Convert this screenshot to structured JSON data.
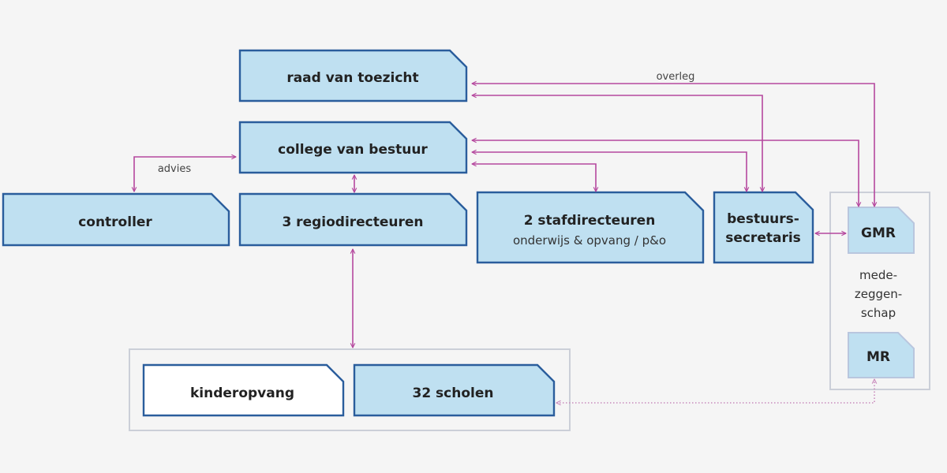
{
  "boxes": {
    "raad": "raad van toezicht",
    "college": "college van bestuur",
    "controller": "controller",
    "regio": "3 regiodirecteuren",
    "staf_title": "2 stafdirecteuren",
    "staf_sub": "onderwijs & opvang / p&o",
    "secretaris_line1": "bestuurs-",
    "secretaris_line2": "secretaris",
    "gmr": "GMR",
    "mr": "MR",
    "kinderopvang": "kinderopvang",
    "scholen": "32 scholen"
  },
  "labels": {
    "overleg": "overleg",
    "advies": "advies",
    "medezeggenschap_1": "mede-",
    "medezeggenschap_2": "zeggen-",
    "medezeggenschap_3": "schap"
  },
  "colors": {
    "box_fill": "#bfe0f1",
    "box_border": "#2a5d9c",
    "connector": "#b5489e",
    "frame": "#cbcfd8"
  }
}
